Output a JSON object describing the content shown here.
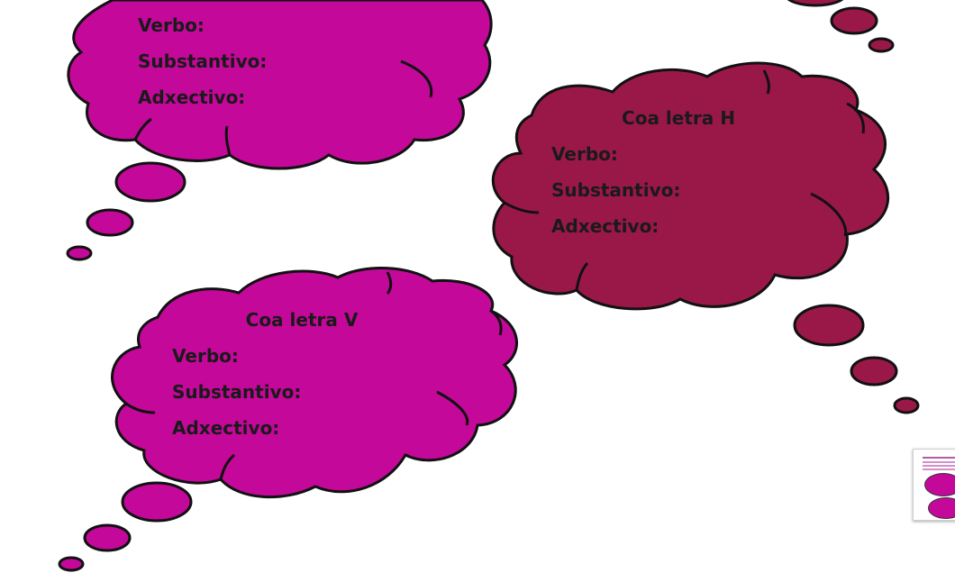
{
  "colors": {
    "magenta": "#c4089a",
    "crimson": "#9a1848",
    "outline": "#111111"
  },
  "clouds": [
    {
      "id": "cloud-top-left",
      "fill": "magenta",
      "lines": [
        "Verbo:",
        "Substantivo:",
        "Adxectivo:"
      ]
    },
    {
      "id": "cloud-letter-h",
      "fill": "crimson",
      "title": "Coa letra H",
      "lines": [
        "Verbo:",
        "Substantivo:",
        "Adxectivo:"
      ]
    },
    {
      "id": "cloud-letter-v",
      "fill": "magenta",
      "title": "Coa letra V",
      "lines": [
        "Verbo:",
        "Substantivo:",
        "Adxectivo:"
      ]
    }
  ],
  "thumbnail": {
    "icon": "page-thumbnail-icon"
  }
}
